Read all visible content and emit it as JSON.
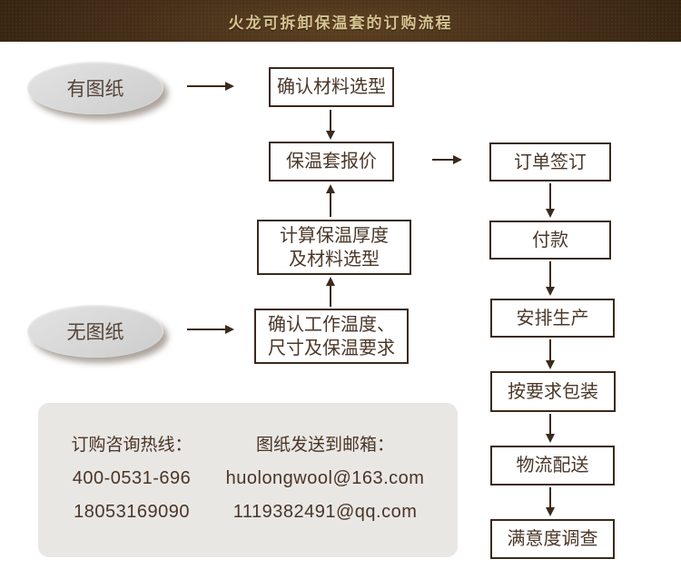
{
  "header": {
    "title": "火龙可拆卸保温套的订购流程"
  },
  "flowchart": {
    "start_nodes": [
      {
        "id": "has-drawing",
        "label": "有图纸"
      },
      {
        "id": "no-drawing",
        "label": "无图纸"
      }
    ],
    "steps": {
      "confirm_material": "确认材料选型",
      "quote": "保温套报价",
      "calc_line1": "计算保温厚度",
      "calc_line2": "及材料选型",
      "confirm_temp_line1": "确认工作温度、",
      "confirm_temp_line2": "尺寸及保温要求",
      "sign_order": "订单签订",
      "payment": "付款",
      "arrange_production": "安排生产",
      "packaging": "按要求包装",
      "logistics": "物流配送",
      "satisfaction_survey": "满意度调查"
    }
  },
  "contact": {
    "hotline_label": "订购咨询热线：",
    "phone1": "400-0531-696",
    "phone2": "18053169090",
    "email_label": "图纸发送到邮箱：",
    "email1": "huolongwool@163.com",
    "email2": "1119382491@qq.com"
  },
  "colors": {
    "header_bg": "#3a2817",
    "header_text": "#d6c28f",
    "line": "#3a2a1c",
    "box_text": "#4b382a",
    "ellipse_fill": "#d8d8d8",
    "contact_bg": "#e9e7e4"
  }
}
